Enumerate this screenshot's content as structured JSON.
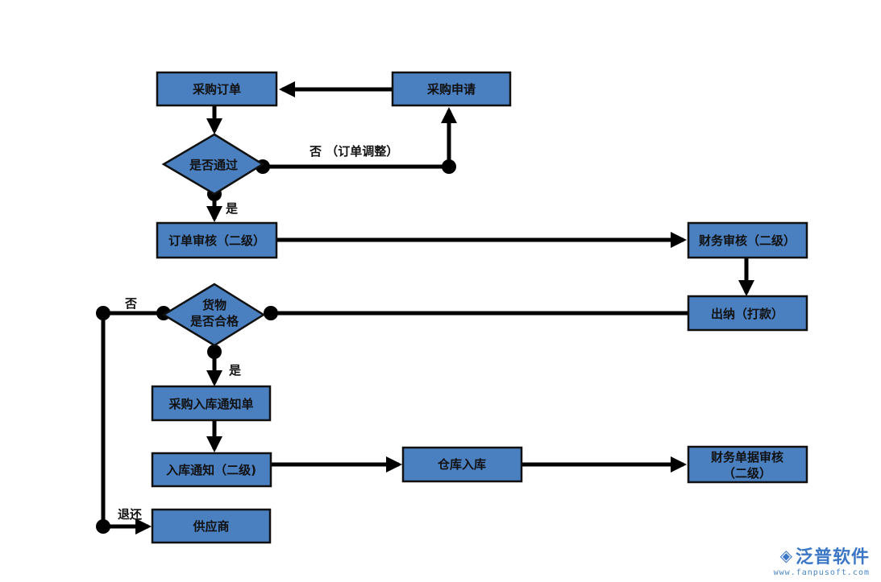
{
  "nodes": {
    "purchase_order": "采购订单",
    "purchase_request": "采购申请",
    "approved_decision": "是否通过",
    "order_review": "订单审核（二级）",
    "finance_review": "财务审核（二级）",
    "cashier_payment": "出纳（打款）",
    "goods_decision_line1": "货物",
    "goods_decision_line2": "是否合格",
    "purchase_inbound_notice": "采购入库通知单",
    "inbound_notice": "入库通知（二级)",
    "warehouse_inbound": "仓库入库",
    "finance_doc_review_line1": "财务单据审核",
    "finance_doc_review_line2": "（二级）",
    "supplier": "供应商"
  },
  "labels": {
    "no_adjust": "否 （订单调整）",
    "yes_approved": "是",
    "no_goods": "否",
    "yes_goods": "是",
    "return": "退还"
  },
  "logo": {
    "brand": "泛普软件",
    "url": "www.fanpusoft.com"
  },
  "colors": {
    "box_fill": "#4a7fc0",
    "line": "#000000",
    "logo": "#3b77c5"
  }
}
